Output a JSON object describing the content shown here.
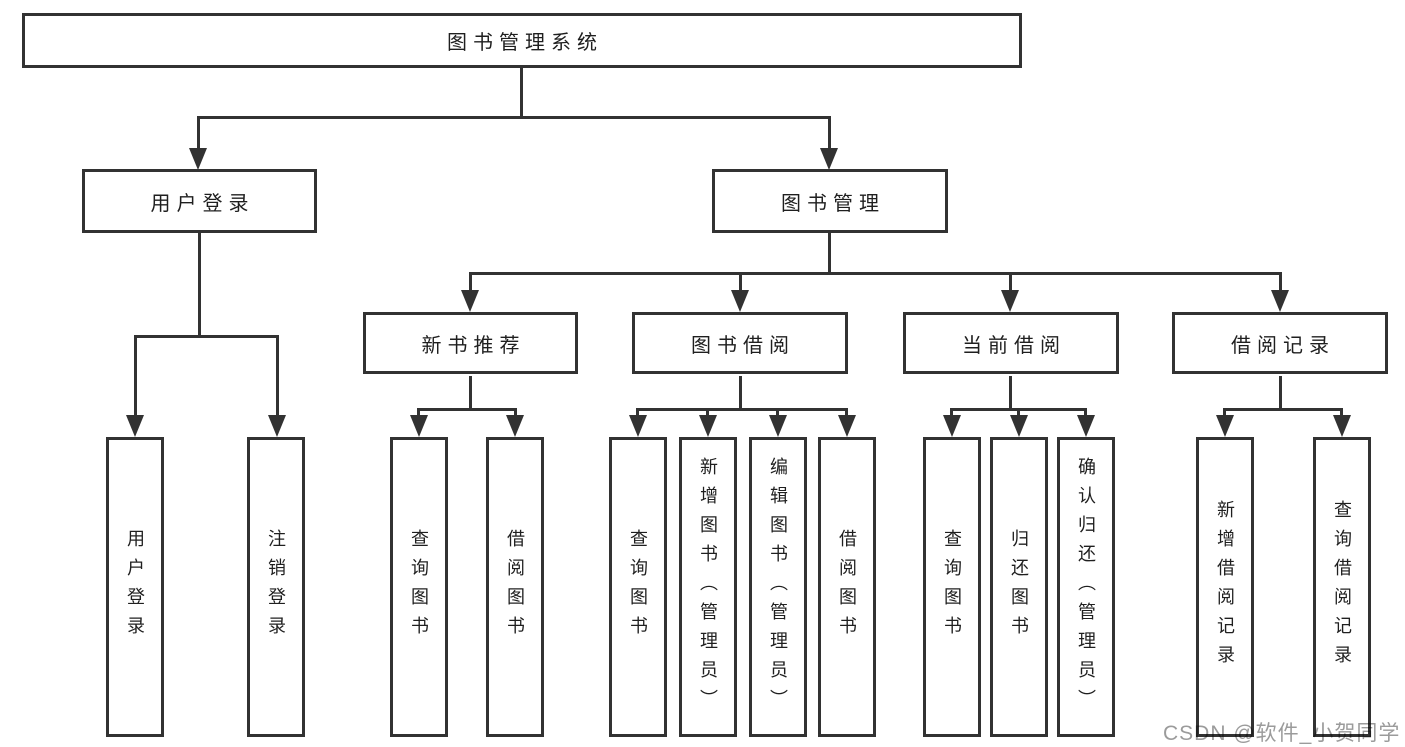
{
  "diagram_title": "图书管理系统",
  "tree": {
    "root": {
      "label": "图书管理系统"
    },
    "branches": [
      {
        "label": "用户登录",
        "leaves": [
          "用户登录",
          "注销登录"
        ]
      },
      {
        "label": "图书管理",
        "children": [
          {
            "label": "新书推荐",
            "leaves": [
              "查询图书",
              "借阅图书"
            ]
          },
          {
            "label": "图书借阅",
            "leaves": [
              "查询图书",
              "新增图书（管理员）",
              "编辑图书（管理员）",
              "借阅图书"
            ]
          },
          {
            "label": "当前借阅",
            "leaves": [
              "查询图书",
              "归还图书",
              "确认归还（管理员）"
            ]
          },
          {
            "label": "借阅记录",
            "leaves": [
              "新增借阅记录",
              "查询借阅记录"
            ]
          }
        ]
      }
    ]
  },
  "watermark": {
    "text": "CSDN @软件_小贺同学",
    "color": "#9b9b9b"
  },
  "colors": {
    "line": "#323232",
    "text": "#1f1f1f",
    "background": "#ffffff"
  }
}
